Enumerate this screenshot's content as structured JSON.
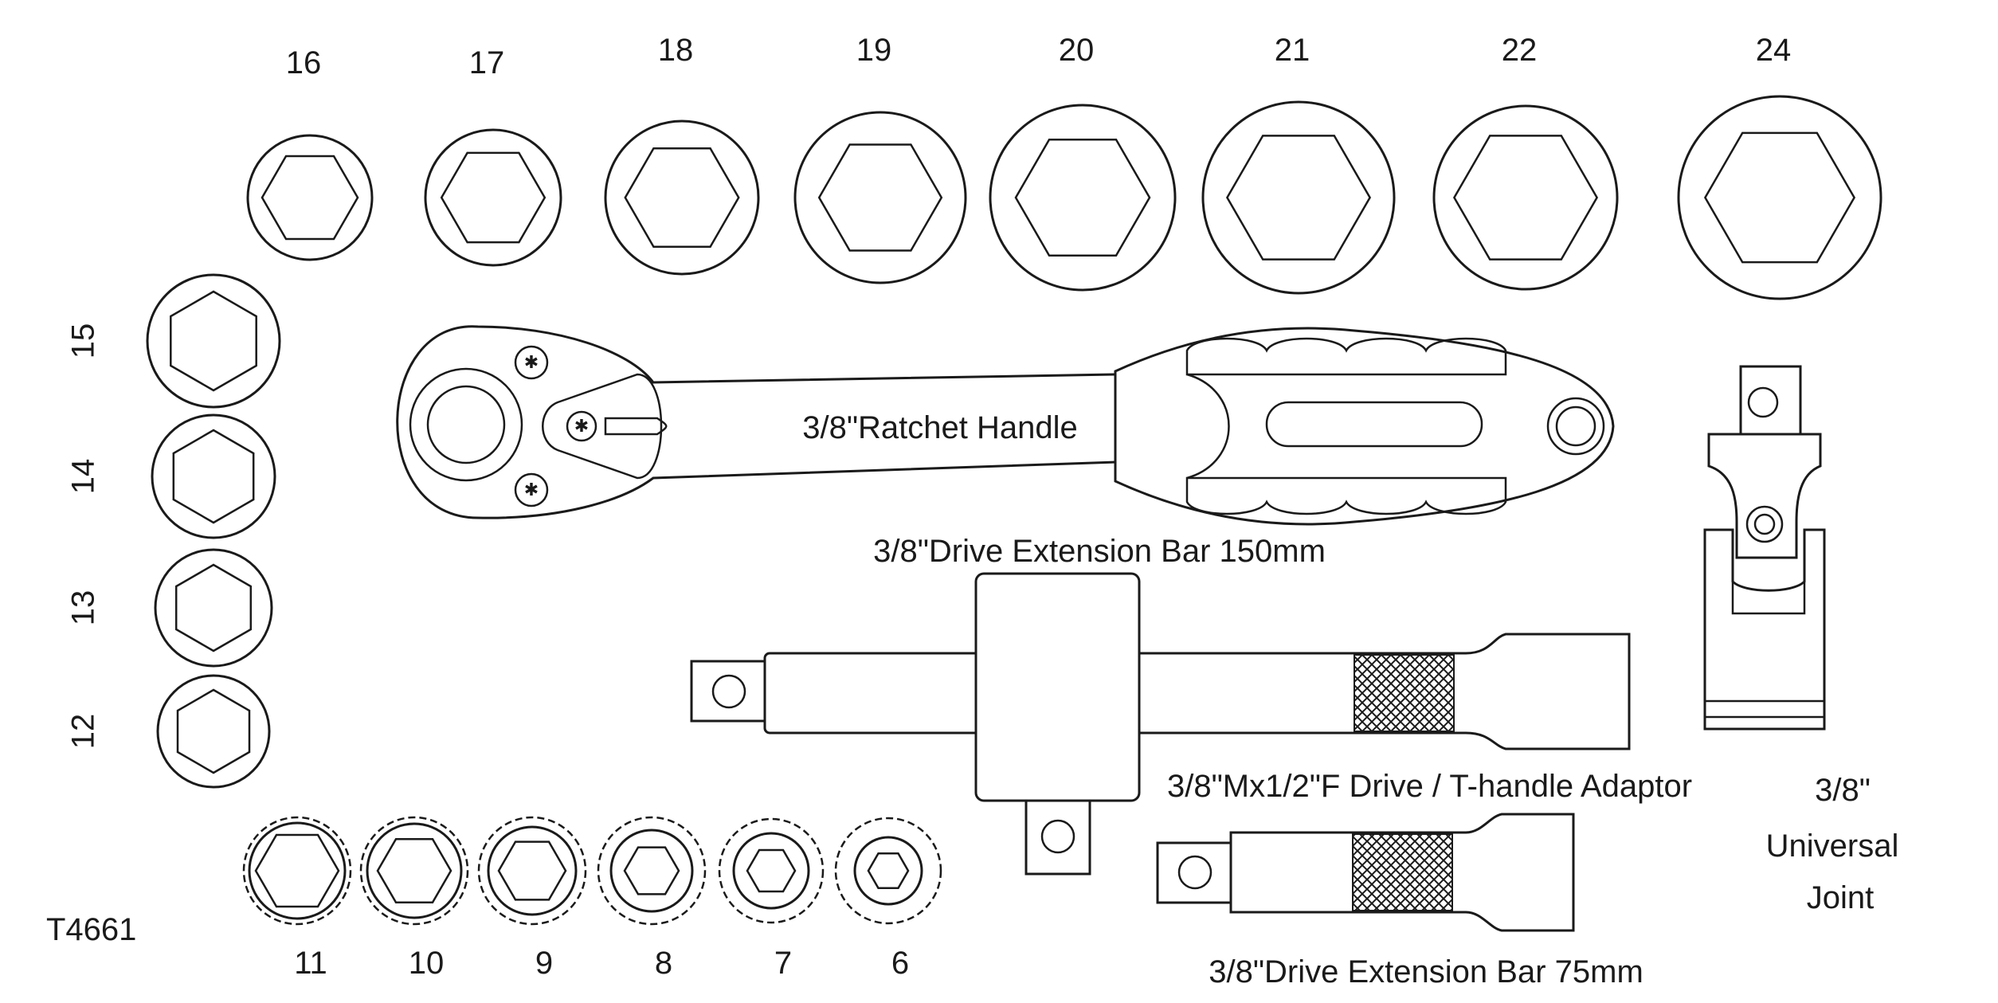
{
  "document_code": "T4661",
  "top_socket_sizes": [
    "16",
    "17",
    "18",
    "19",
    "20",
    "21",
    "22",
    "24"
  ],
  "side_socket_sizes": [
    "15",
    "14",
    "13",
    "12"
  ],
  "small_socket_sizes": [
    "11",
    "10",
    "9",
    "8",
    "7",
    "6"
  ],
  "labels": {
    "ratchet_handle": "3/8\"Ratchet Handle",
    "extension_150": "3/8\"Drive Extension Bar 150mm",
    "adaptor": "3/8\"Mx1/2\"F Drive / T-handle Adaptor",
    "extension_75": "3/8\"Drive Extension Bar 75mm",
    "universal_joint_line1": "3/8\"",
    "universal_joint_line2": "Universal",
    "universal_joint_line3": "Joint"
  }
}
